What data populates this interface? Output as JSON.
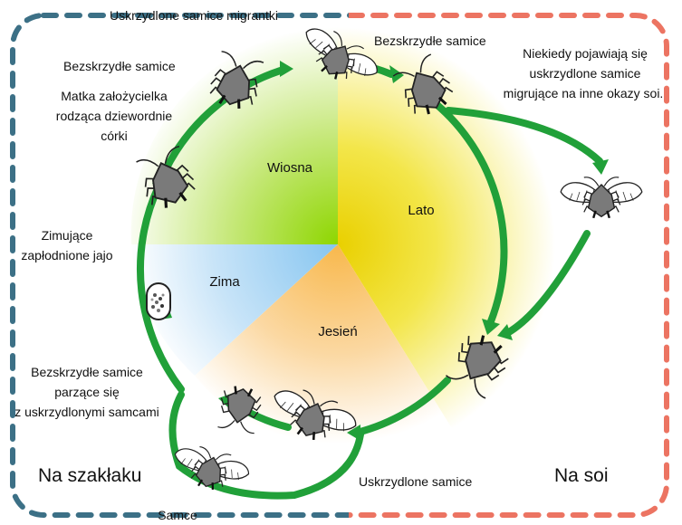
{
  "regions": {
    "left": "Na szakłaku",
    "right": "Na soi"
  },
  "seasons": {
    "spring": "Wiosna",
    "summer": "Lato",
    "autumn": "Jesień",
    "winter": "Zima"
  },
  "labels": {
    "winged_migrants": "Uskrzydlone samice migrantki",
    "wingless_top_left": "Bezskrzydłe samice",
    "wingless_top_right": "Bezskrzydłe samice",
    "occasional": [
      "Niekiedy pojawiają się",
      "uskrzydlone samice",
      "migrujące na inne okazy soi."
    ],
    "founder": [
      "Matka założycielka",
      "rodząca dziewordnie",
      "córki"
    ],
    "egg": [
      "Zimujące",
      "zapłodnione jajo"
    ],
    "mating": [
      "Bezskrzydłe samice",
      "parzące się",
      "z uskrzydlonymi samcami"
    ],
    "winged_females": "Uskrzydlone samice",
    "males": "Samce"
  },
  "colors": {
    "arrow": "#21a039",
    "left_border": "#3c7086",
    "right_border": "#ec7462",
    "aphid_body": "#7a7a7a"
  }
}
